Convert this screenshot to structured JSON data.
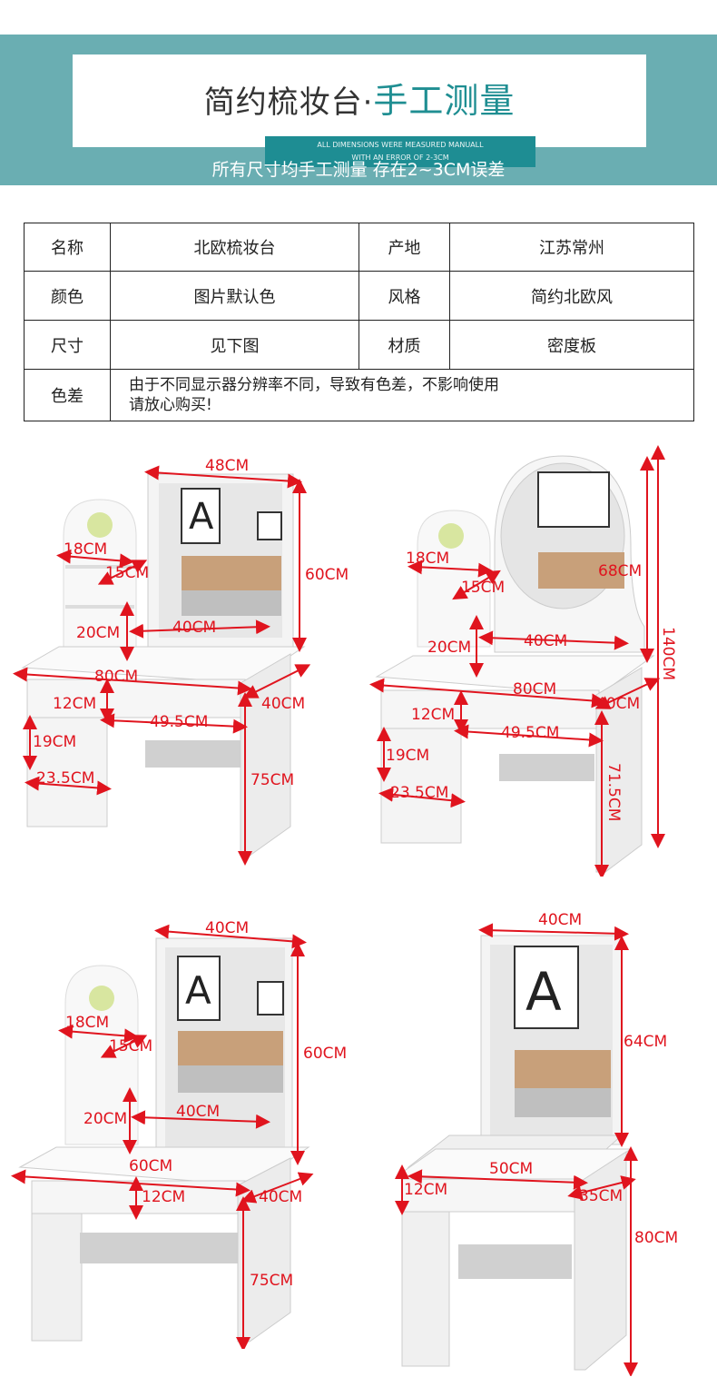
{
  "header": {
    "title_main": "简约梳妆台·",
    "title_accent": "手工测量",
    "english_line1": "ALL DIMENSIONS WERE MEASURED MANUALL",
    "english_line2": "WITH AN ERROR OF 2-3CM",
    "subtitle": "所有尺寸均手工测量 存在2~3CM误差"
  },
  "spec_table": {
    "rows": [
      {
        "k1": "名称",
        "v1": "北欧梳妆台",
        "k2": "产地",
        "v2": "江苏常州"
      },
      {
        "k1": "颜色",
        "v1": "图片默认色",
        "k2": "风格",
        "v2": "简约北欧风"
      },
      {
        "k1": "尺寸",
        "v1": "见下图",
        "k2": "材质",
        "v2": "密度板"
      }
    ],
    "note_key": "色差",
    "note_line1": "由于不同显示器分辨率不同，导致有色差，不影响使用",
    "note_line2": "请放心购买!"
  },
  "diagrams": {
    "a": {
      "mirror_w": "48CM",
      "shelf_w": "18CM",
      "shelf_d": "15CM",
      "mirror_h": "60CM",
      "shelf_h": "20CM",
      "tray_w": "40CM",
      "top_w": "80CM",
      "depth": "40CM",
      "drawer_h": "12CM",
      "drawer_w": "49.5CM",
      "side_drawer_h": "19CM",
      "side_drawer_w": "23.5CM",
      "leg_h": "75CM"
    },
    "b": {
      "shelf_w": "18CM",
      "shelf_d": "15CM",
      "mirror_d": "68CM",
      "total_h": "140CM",
      "shelf_h": "20CM",
      "tray_w": "40CM",
      "top_w": "80CM",
      "depth": "40CM",
      "drawer_h": "12CM",
      "drawer_w": "49.5CM",
      "side_drawer_h": "19CM",
      "side_drawer_w": "23.5CM",
      "leg_h": "71.5CM"
    },
    "c": {
      "mirror_w": "40CM",
      "shelf_w": "18CM",
      "shelf_d": "15CM",
      "mirror_h": "60CM",
      "shelf_h": "20CM",
      "tray_w": "40CM",
      "top_w": "60CM",
      "depth": "40CM",
      "drawer_h": "12CM",
      "leg_h": "75CM"
    },
    "d": {
      "mirror_w": "40CM",
      "mirror_h": "64CM",
      "top_w": "50CM",
      "drawer_h": "12CM",
      "depth": "35CM",
      "leg_h": "80CM"
    }
  },
  "colors": {
    "banner": "#6aaeb2",
    "accent": "#1f8e92",
    "dimension": "#e0141e"
  }
}
